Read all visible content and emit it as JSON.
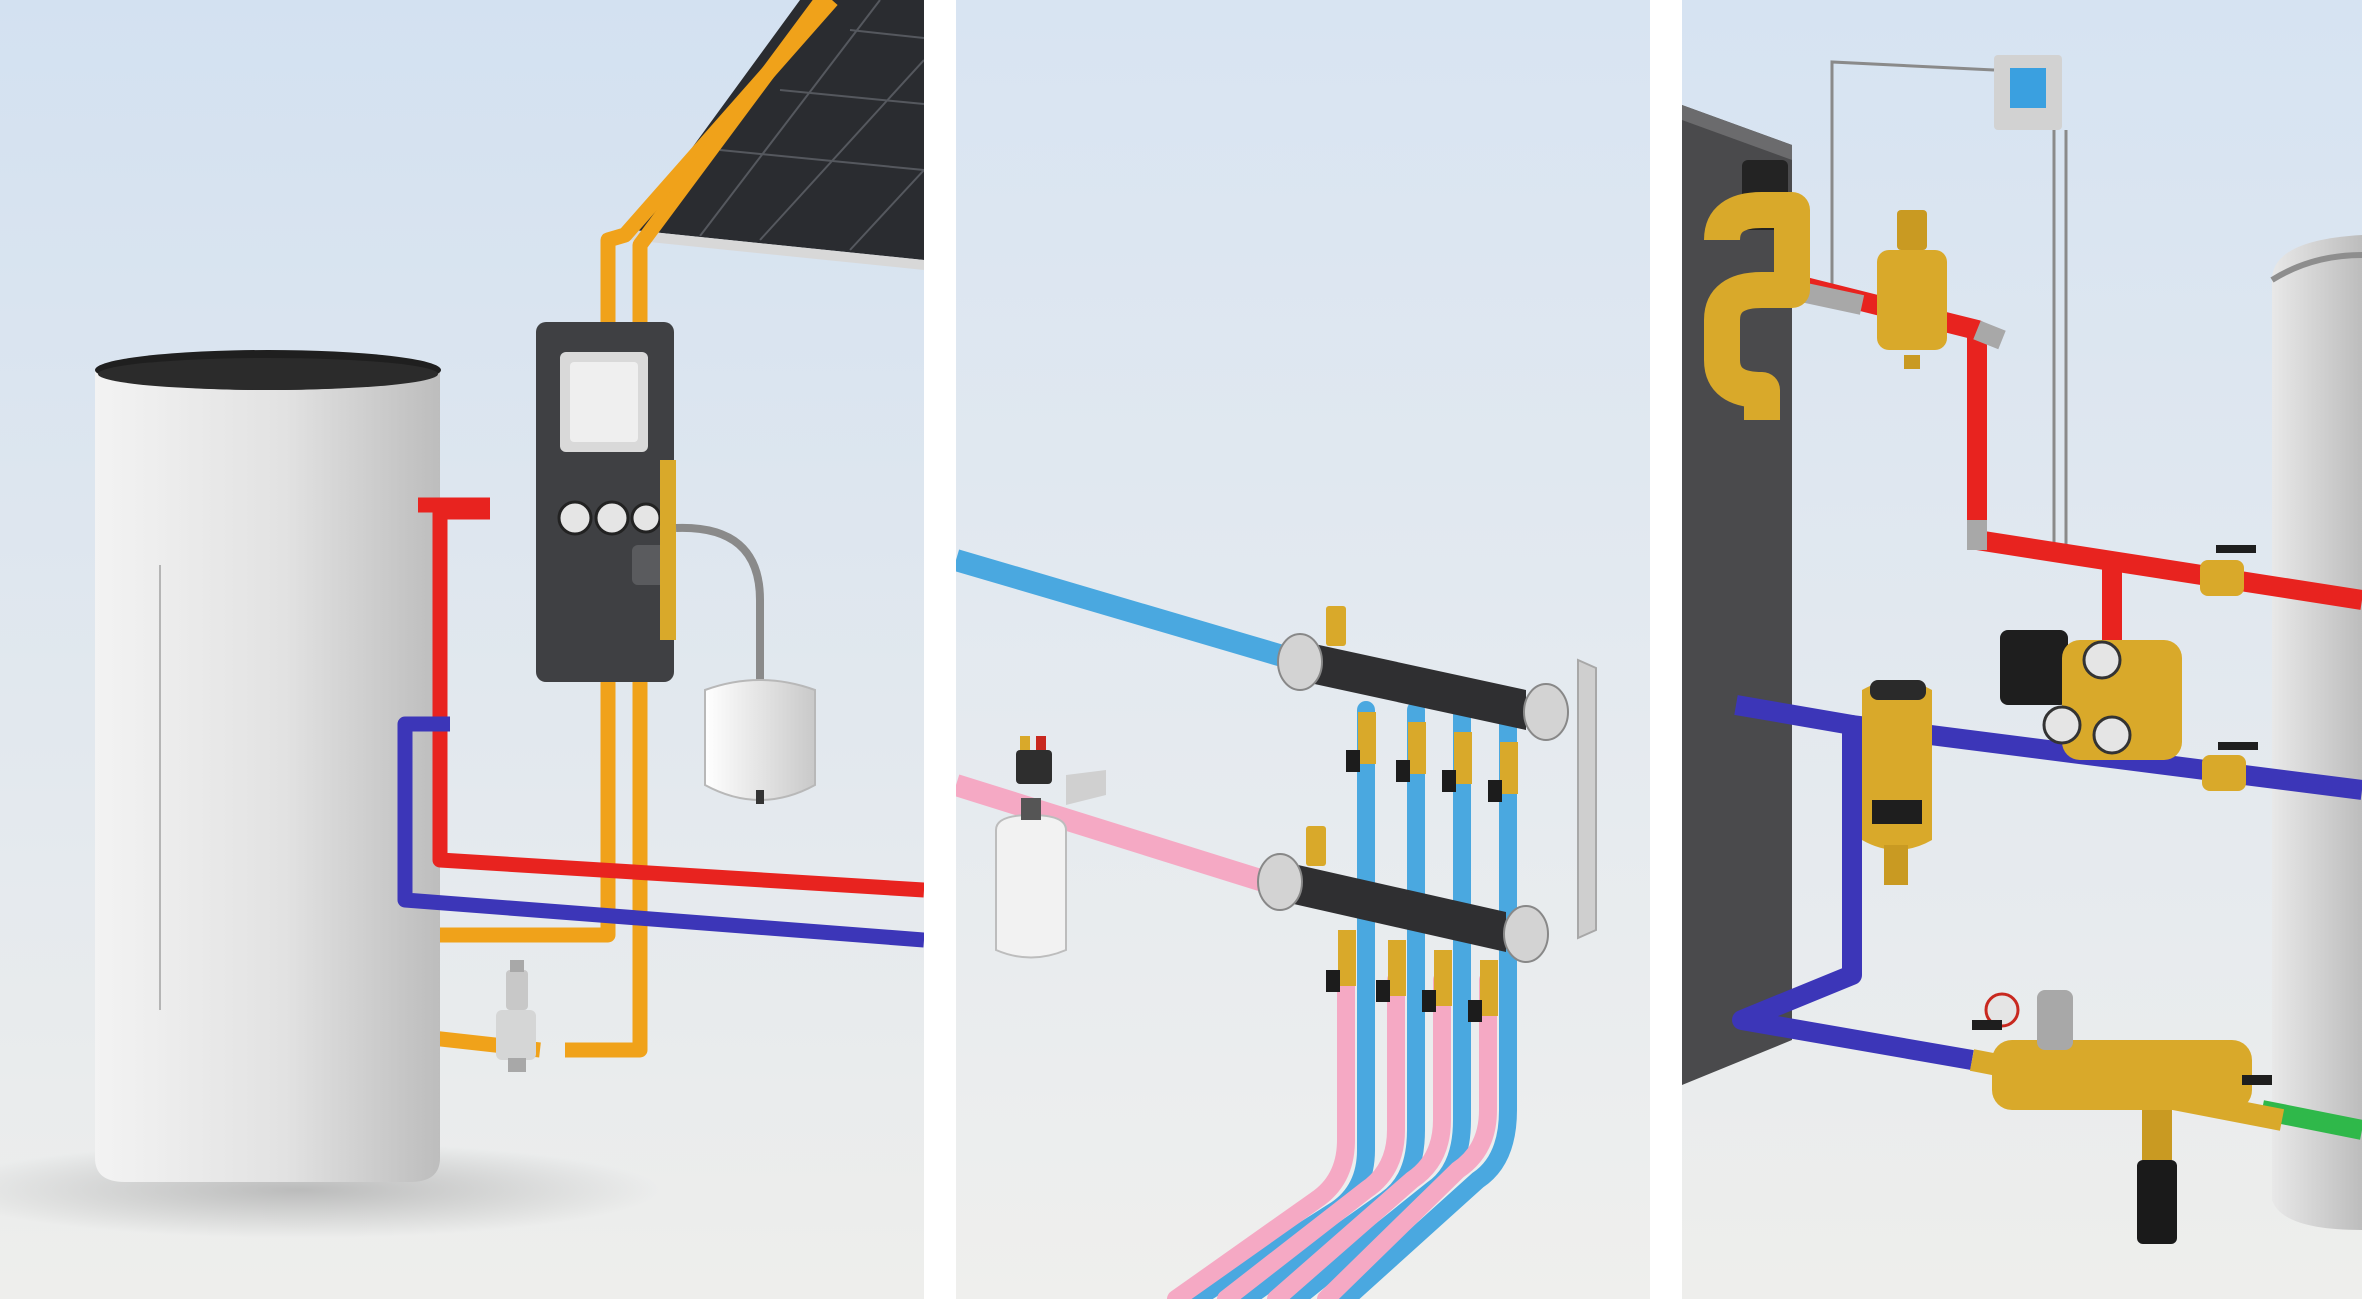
{
  "panels": [
    {
      "id": "solar-water-heater-panel",
      "components": [
        "storage-tank",
        "solar-collector",
        "solar-pump-station",
        "expansion-tank",
        "mixing-valve"
      ]
    },
    {
      "id": "radiant-manifold-panel",
      "components": [
        "supply-manifold",
        "return-manifold",
        "expansion-tank",
        "air-separator"
      ]
    },
    {
      "id": "boiler-piping-panel",
      "components": [
        "boiler",
        "thermostat",
        "air-vent",
        "circulator-pump",
        "dirt-separator",
        "backflow-preventer",
        "storage-tank"
      ]
    }
  ],
  "colors": {
    "background_top": "#d6e3f2",
    "background_bottom": "#ececea",
    "hot_pipe": "#e8231f",
    "cold_pipe": "#3c36b8",
    "solar_pipe": "#f0a21a",
    "supply_pex": "#4aa8e0",
    "return_pex": "#f5a9c4",
    "brass": "#d9a92a",
    "tank": "#e3e4e4",
    "dark_housing": "#3c3c3e",
    "green_pipe": "#2fb84a",
    "display": "#3aa0e0"
  }
}
